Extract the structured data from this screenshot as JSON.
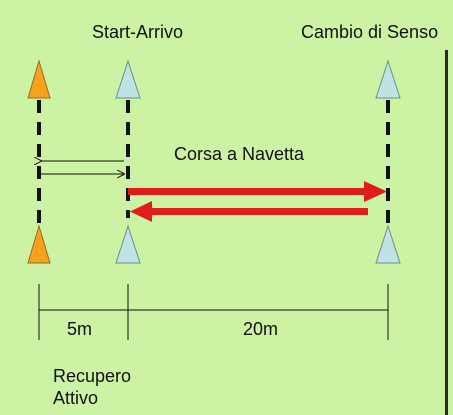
{
  "labels": {
    "start": "Start-Arrivo",
    "turn": "Cambio di Senso",
    "run": "Corsa a Navetta",
    "dist_short": "5m",
    "dist_long": "20m",
    "recovery_line1": "Recupero",
    "recovery_line2": "Attivo"
  },
  "colors": {
    "background": "#ccf3a3",
    "cone_orange": "#f7a21c",
    "cone_blue": "#bfe3e2",
    "arrow_red": "#e21b1b",
    "line": "#111111"
  },
  "icons": [
    "cone-orange-icon",
    "cone-blue-icon",
    "red-arrow-right-icon",
    "red-arrow-left-icon",
    "double-arrow-icon"
  ]
}
